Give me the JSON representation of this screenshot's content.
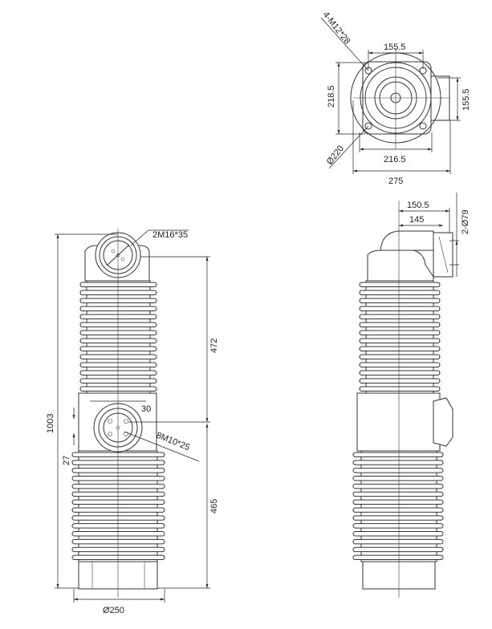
{
  "top_view": {
    "bolt_label": "4-M12*28",
    "bolt_pitch_top": "155.5",
    "height": "218.5",
    "bolt_pitch_right": "155.5",
    "circle_dia": "Ø220",
    "flange_width": "216.5",
    "overall_width": "275"
  },
  "front_view": {
    "top_terminal_label": "2M16*35",
    "overall_height": "1003",
    "upper_height": "472",
    "offset_30": "30",
    "side_terminal_label": "8M10*25",
    "offset_27": "27",
    "lower_height": "465",
    "base_dia": "Ø250"
  },
  "side_view": {
    "dim_150_5": "150.5",
    "dim_145": "145",
    "hole_label": "2-Ø79"
  }
}
